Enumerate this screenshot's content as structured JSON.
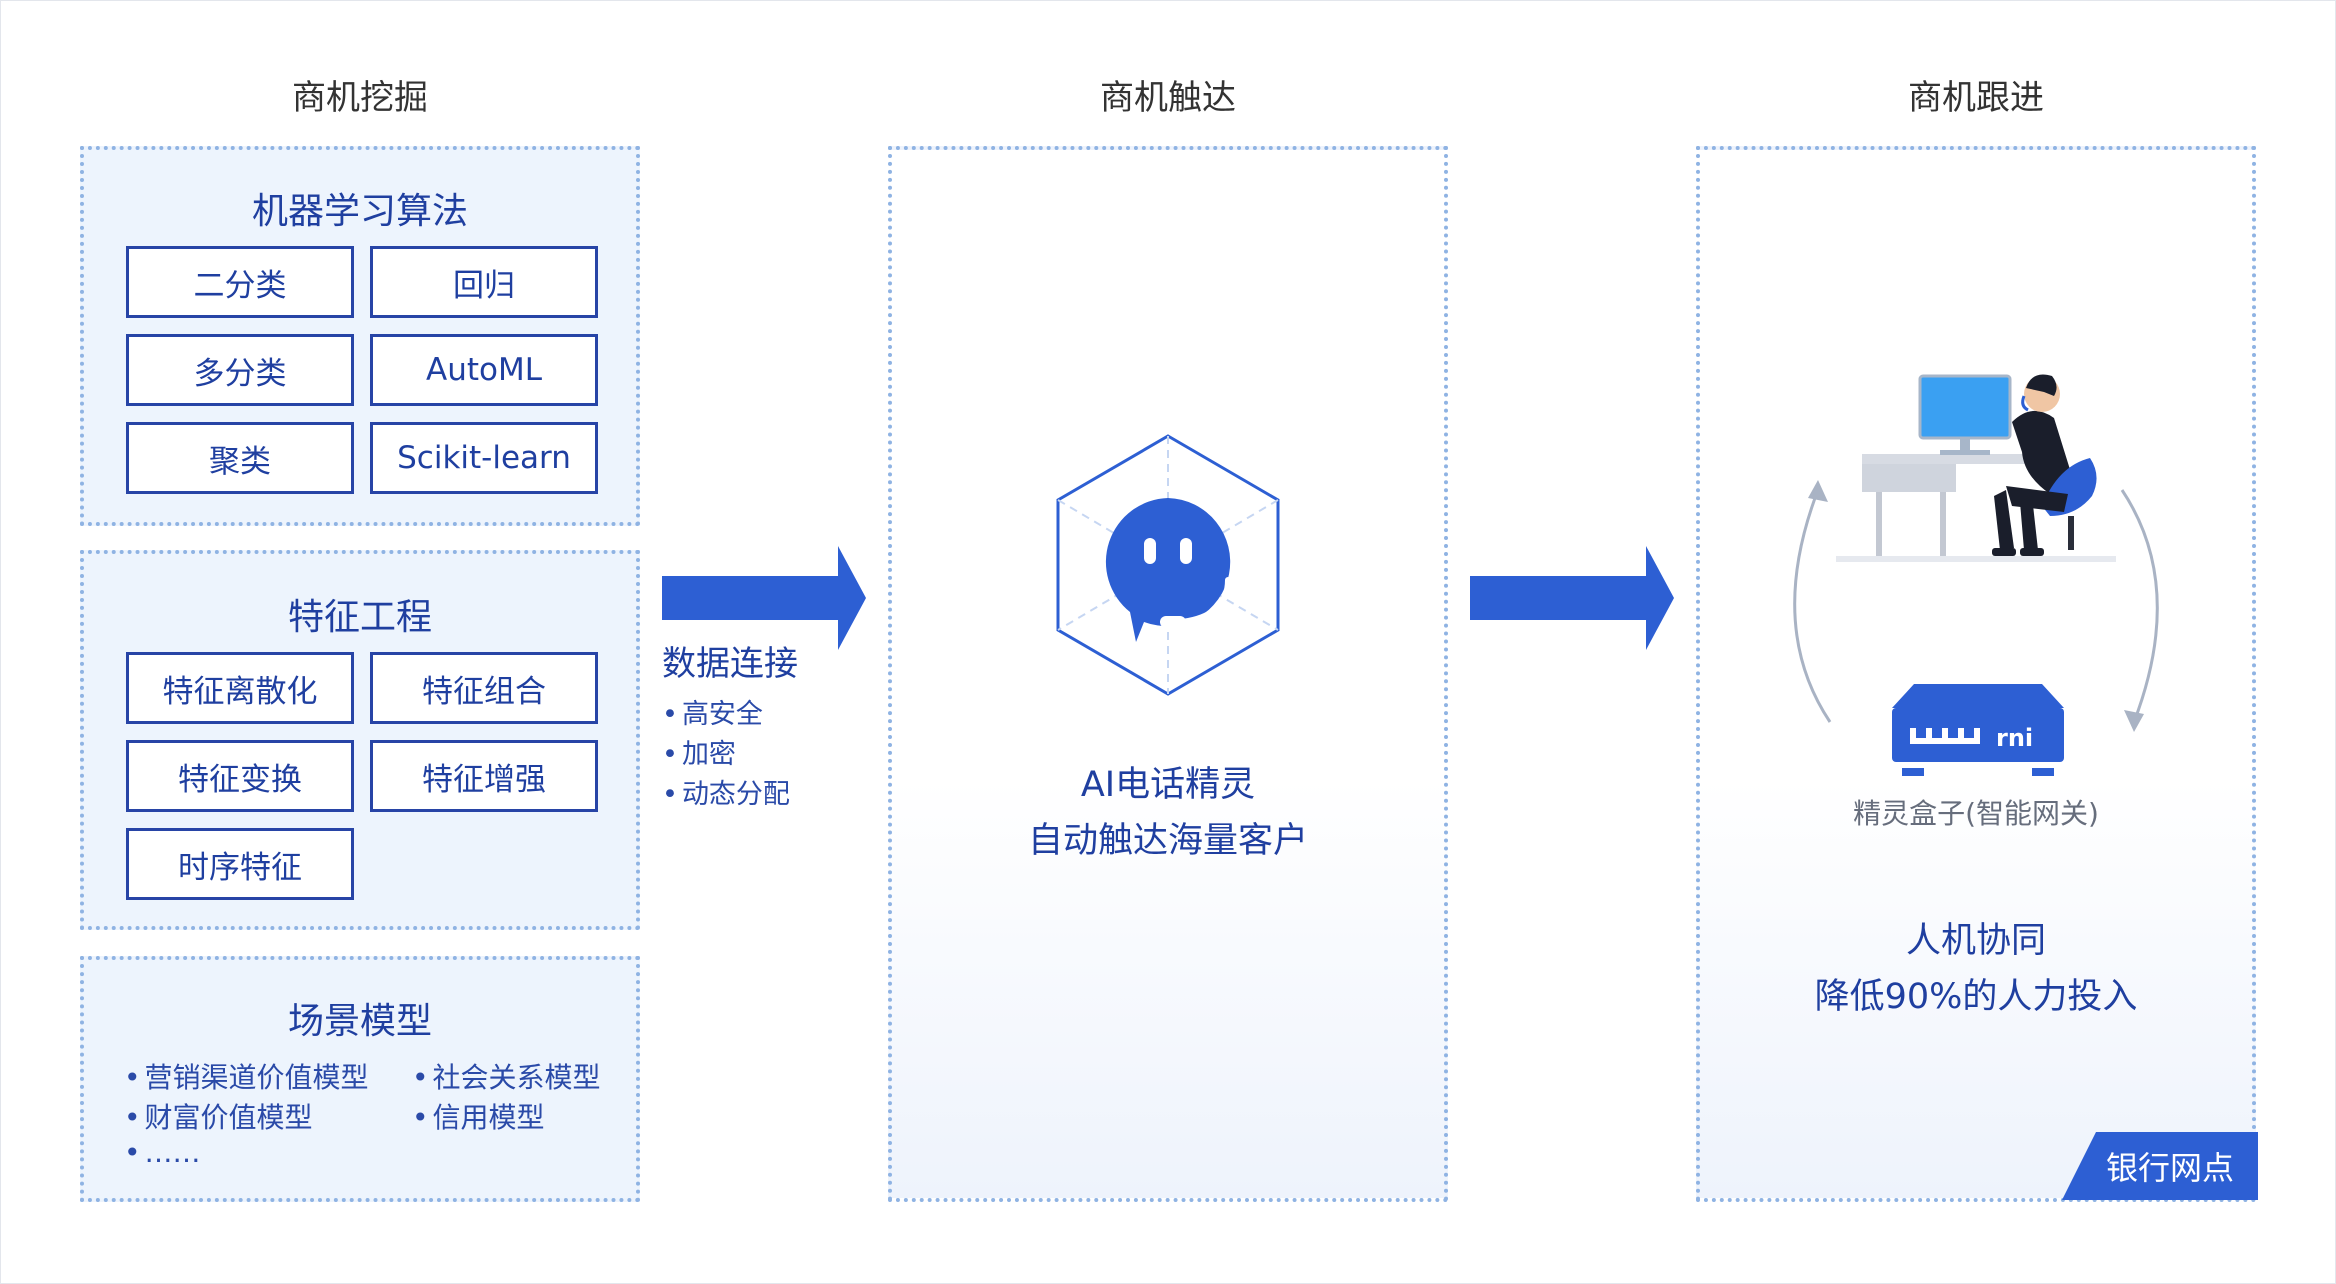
{
  "columns": {
    "mining_title": "商机挖掘",
    "reach_title": "商机触达",
    "follow_title": "商机跟进"
  },
  "ml_panel": {
    "title": "机器学习算法",
    "tags": [
      "二分类",
      "回归",
      "多分类",
      "AutoML",
      "聚类",
      "Scikit-learn"
    ]
  },
  "feature_panel": {
    "title": "特征工程",
    "tags": [
      "特征离散化",
      "特征组合",
      "特征变换",
      "特征增强",
      "时序特征"
    ]
  },
  "scene_panel": {
    "title": "场景模型",
    "items": [
      "营销渠道价值模型",
      "社会关系模型",
      "财富价值模型",
      "信用模型",
      "……"
    ]
  },
  "connection": {
    "title": "数据连接",
    "items": [
      "高安全",
      "加密",
      "动态分配"
    ]
  },
  "reach": {
    "line1": "AI电话精灵",
    "line2": "自动触达海量客户",
    "icon": "robot-chat-icon"
  },
  "follow": {
    "box_caption": "精灵盒子(智能网关)",
    "line1": "人机协同",
    "line2": "降低90%的人力投入",
    "bank_tag": "银行网点",
    "box_logo": "rni"
  },
  "colors": {
    "primary": "#1f3fa0",
    "arrow": "#2d5fd3",
    "panel_bg": "#edf4fd",
    "dotted_border": "#8fb3e3"
  }
}
